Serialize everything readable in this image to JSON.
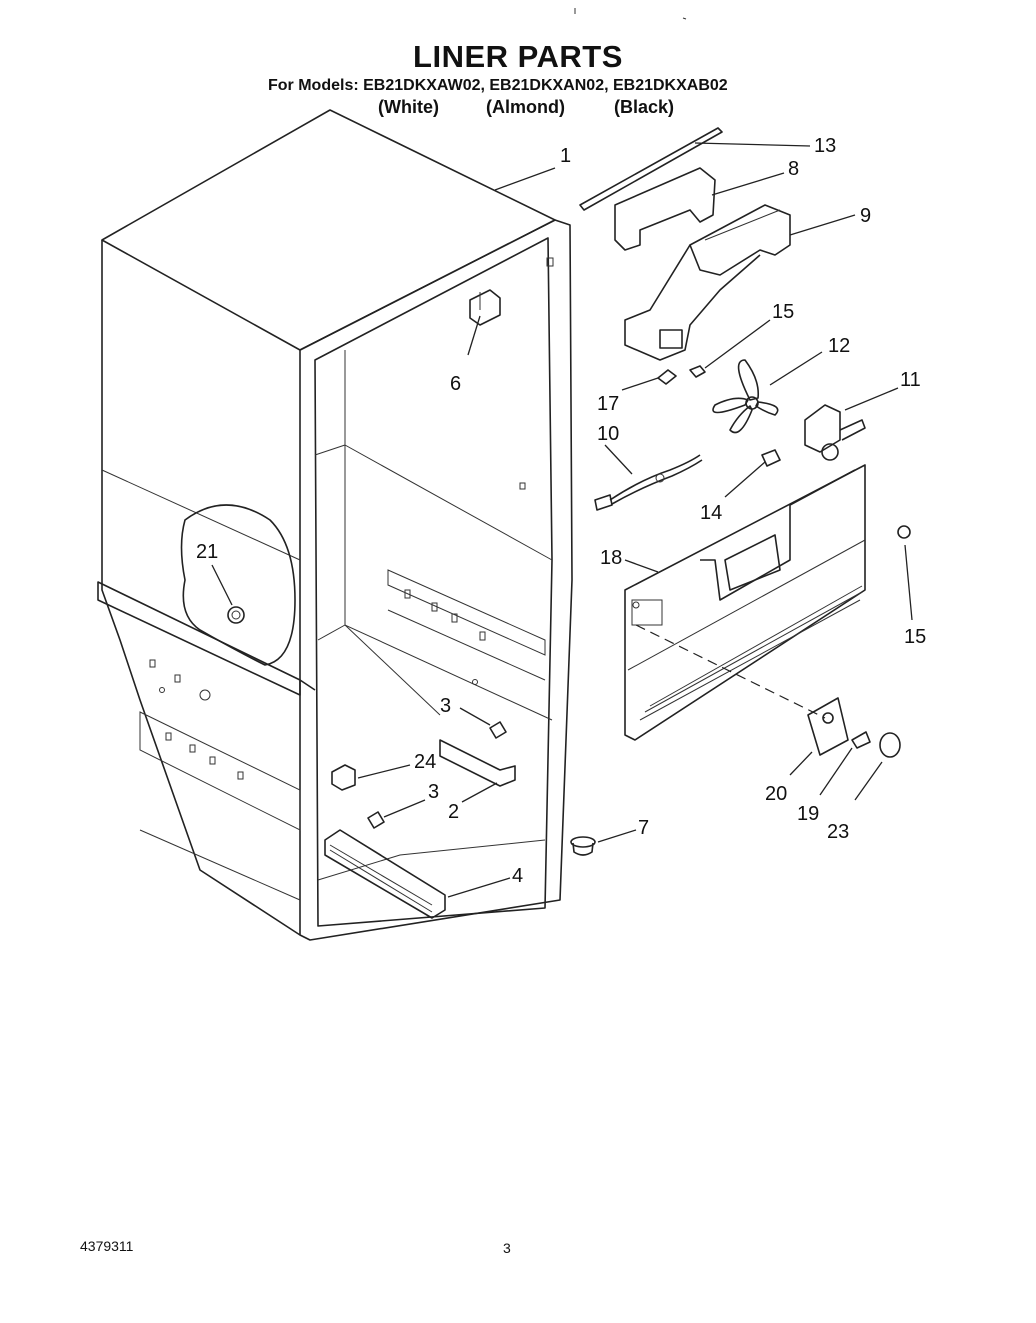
{
  "title": "LINER PARTS",
  "models_line": "For Models: EB21DKXAW02, EB21DKXAN02, EB21DKXAB02",
  "variants": [
    "(White)",
    "(Almond)",
    "(Black)"
  ],
  "callouts": [
    "1",
    "13",
    "8",
    "9",
    "6",
    "15",
    "12",
    "17",
    "11",
    "10",
    "14",
    "15",
    "18",
    "21",
    "3",
    "24",
    "3",
    "2",
    "7",
    "4",
    "20",
    "19",
    "23"
  ],
  "footer": {
    "doc_number": "4379311",
    "page_number": "3"
  }
}
